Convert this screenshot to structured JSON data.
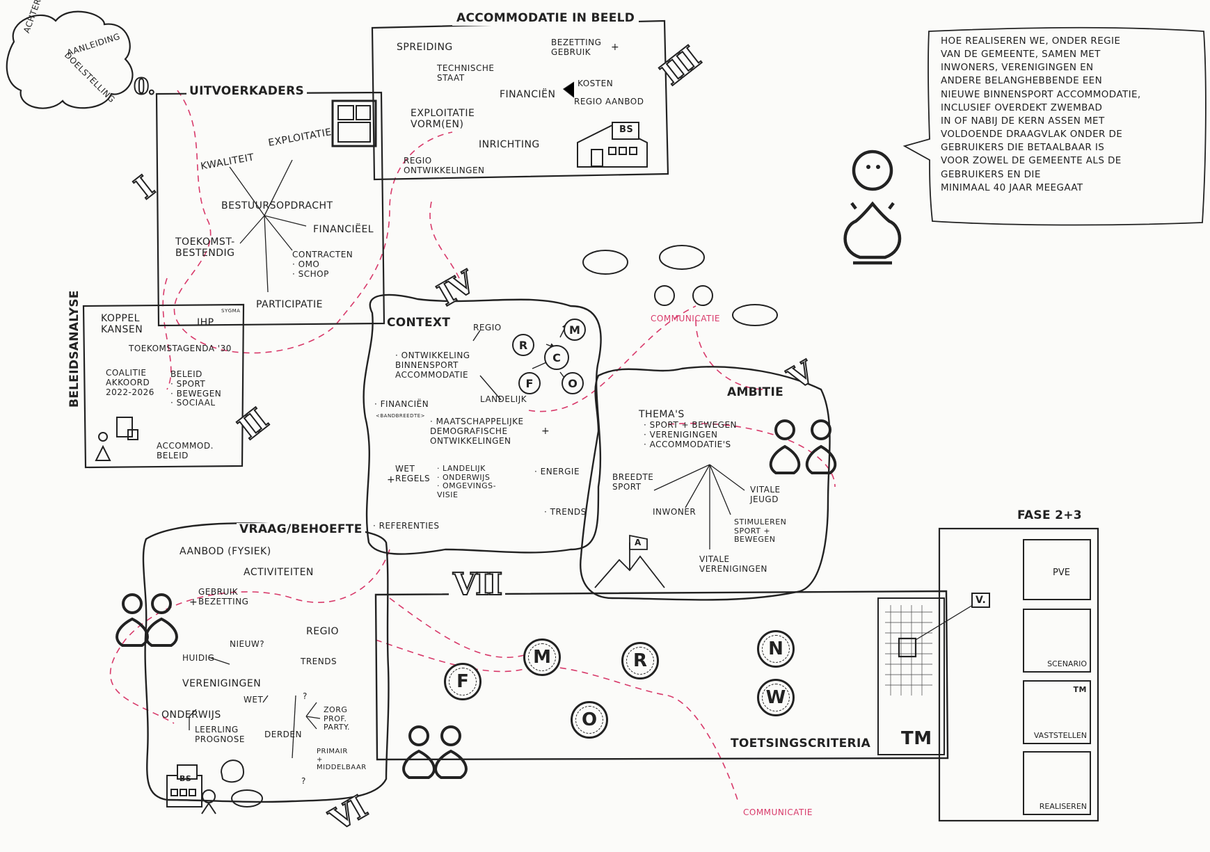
{
  "uitvoerkaders": {
    "cloud": [
      "Achtergrond",
      "Aanleiding",
      "Doelstelling"
    ],
    "roman_zero": "0.",
    "title": "Uitvoerkaders",
    "roman": "I",
    "items": [
      "Kwaliteit",
      "Exploitatie",
      "Bestuursopdracht",
      "Financiëel",
      "Toekomst-\nbestendig",
      "Contracten\n· OMO\n· Schop",
      "Participatie"
    ]
  },
  "accommodatie": {
    "title": "Accommodatie in beeld",
    "roman": "III",
    "items": [
      "Spreiding",
      "Bezetting\nGebruik",
      "+",
      "Technische\nstaat",
      "Financiën",
      "Kosten",
      "Regio aanbod",
      "Exploitatie\nvorm(en)",
      "Inrichting",
      "Regio\nontwikkelingen"
    ],
    "building_label": "BS"
  },
  "beleidsanalyse": {
    "title": "Beleidsanalyse",
    "roman": "II",
    "items": [
      "Koppel\nkansen",
      "IHP",
      "Sygma",
      "Toekomstagenda '30",
      "Coalitie\nakkoord\n2022-2026",
      "Beleid\n· Sport\n· Bewegen\n· Sociaal",
      "Accommod.\nbeleid"
    ]
  },
  "context": {
    "title": "Context",
    "roman": "IV",
    "items": [
      "Regio",
      "· Ontwikkeling\nbinnensport\naccommodatie",
      "Landelijk",
      "· Financiën",
      "<Bandbreedte>",
      "· Maatschappelijke\ndemografische\nontwikkelingen",
      "+",
      "Wet\nregels",
      "+",
      "· Landelijk\n· Onderwijs\n· Omgevings-\nvisie",
      "· Energie",
      "· Trends",
      "· Referenties"
    ],
    "letters": [
      "R",
      "M",
      "C",
      "F",
      "O"
    ]
  },
  "communicatie": {
    "top": "Communicatie",
    "bottom": "Communicatie"
  },
  "quote": {
    "text": "Hoe realiseren we, onder regie\nvan de gemeente, samen met\ninwoners, verenigingen en\nandere belanghebbende een\nnieuwe binnensport accommodatie,\ninclusief overdekt zwembad\nin of nabij de kern Assen met\nvoldoende draagvlak onder de\ngebruikers die betaalbaar is\nvoor zowel de gemeente als de\ngebruikers en die\nminimaal 40 jaar meegaat"
  },
  "ambitie": {
    "title": "Ambitie",
    "roman": "V",
    "items": [
      "Thema's",
      "· Sport + bewegen\n· Verenigingen\n· Accommodatie's",
      "Breedte\nsport",
      "Vitale\njeugd",
      "Inwoner",
      "Stimuleren\nsport +\nbewegen",
      "Vitale\nverenigingen"
    ],
    "flag": "A"
  },
  "vraag": {
    "title": "Vraag/Behoefte",
    "roman": "VI",
    "items": [
      "Aanbod (fysiek)",
      "Activiteiten",
      "+",
      "Gebruik\nbezetting",
      "Regio",
      "Huidig",
      "Nieuw?",
      "Trends",
      "Verenigingen",
      "Onderwijs",
      "Wet",
      "Leerling\nprognose",
      "Derden",
      "?",
      "Zorg\nprof.\nparty.",
      "Primair\n+\nmiddelbaar",
      "?"
    ],
    "building_label": "BS"
  },
  "toetsing": {
    "roman": "VII",
    "title": "Toetsingscriteria",
    "letters": [
      "F",
      "M",
      "R",
      "O",
      "N",
      "W"
    ],
    "tm_label": "TM",
    "v_label": "V."
  },
  "fase": {
    "title": "Fase 2+3",
    "stages": [
      "PvE",
      "Scenario",
      "Vaststellen",
      "Realiseren"
    ],
    "tm_badge": "TM"
  }
}
